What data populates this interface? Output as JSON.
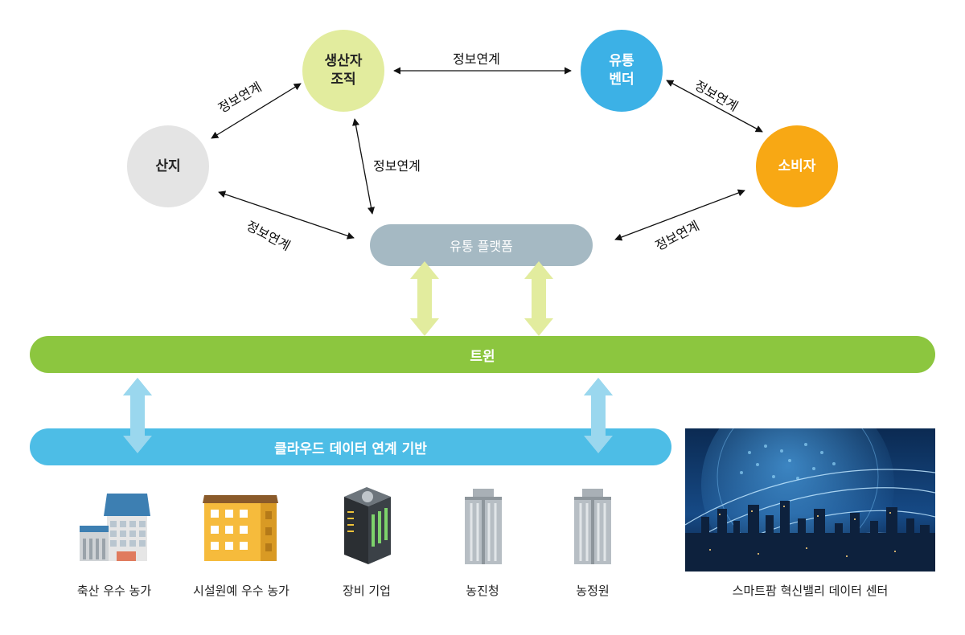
{
  "nodes": {
    "producer": {
      "label": "생산자\n조직",
      "color": "#e2ec9e"
    },
    "vendor": {
      "label": "유통\n벤더",
      "color": "#3cb1e6"
    },
    "origin": {
      "label": "산지",
      "color": "#e4e4e4"
    },
    "consumer": {
      "label": "소비자",
      "color": "#f8a814"
    },
    "platform": {
      "label": "유통 플랫폼",
      "color": "#a5b9c3"
    }
  },
  "links": {
    "producer_vendor": "정보연계",
    "origin_producer": "정보연계",
    "producer_platform": "정보연계",
    "vendor_consumer": "정보연계",
    "origin_platform": "정보연계",
    "platform_consumer": "정보연계"
  },
  "bars": {
    "twin": {
      "label": "트윈",
      "color": "#8cc63f"
    },
    "cloud": {
      "label": "클라우드 데이터 연계 기반",
      "color": "#4dbde6"
    }
  },
  "sources": [
    {
      "icon": "livestock-farm-icon",
      "label": "축산 우수 농가"
    },
    {
      "icon": "greenhouse-building-icon",
      "label": "시설원예 우수 농가"
    },
    {
      "icon": "server-rack-icon",
      "label": "장비 기업"
    },
    {
      "icon": "office-tower-icon",
      "label": "농진청"
    },
    {
      "icon": "office-tower-icon",
      "label": "농정원"
    }
  ],
  "data_center": {
    "label": "스마트팜 혁신밸리 데이터 센터",
    "image": "globe-city-network-image"
  }
}
